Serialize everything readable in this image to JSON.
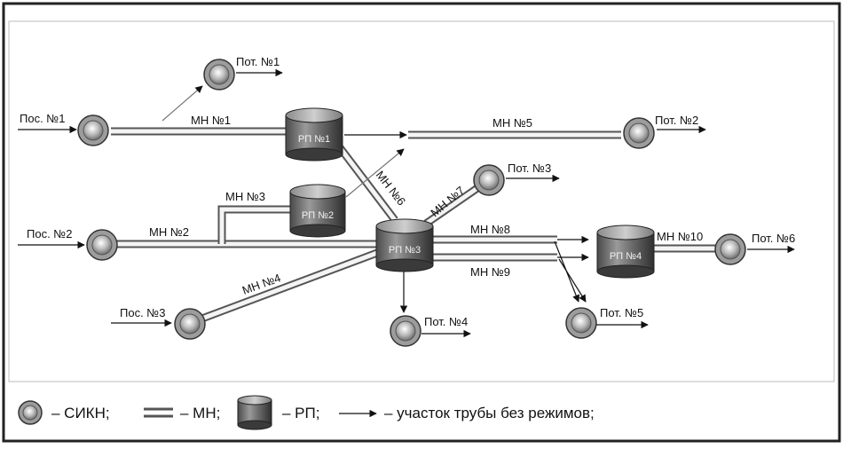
{
  "sources": [
    "Пос. №1",
    "Пос. №2",
    "Пос. №3"
  ],
  "consumers": [
    "Пот. №1",
    "Пот. №2",
    "Пот. №3",
    "Пот. №4",
    "Пот. №5",
    "Пот. №6"
  ],
  "pipelines": [
    "МН №1",
    "МН №2",
    "МН №3",
    "МН №4",
    "МН №5",
    "МН №6",
    "МН №7",
    "МН №8",
    "МН №9",
    "МН №10"
  ],
  "stations": [
    "РП №1",
    "РП №2",
    "РП №3",
    "РП №4"
  ],
  "legend": {
    "sikn": "– СИКН;",
    "mn": "– МН;",
    "rp": "– РП;",
    "segment": "– участок трубы без режимов;"
  }
}
